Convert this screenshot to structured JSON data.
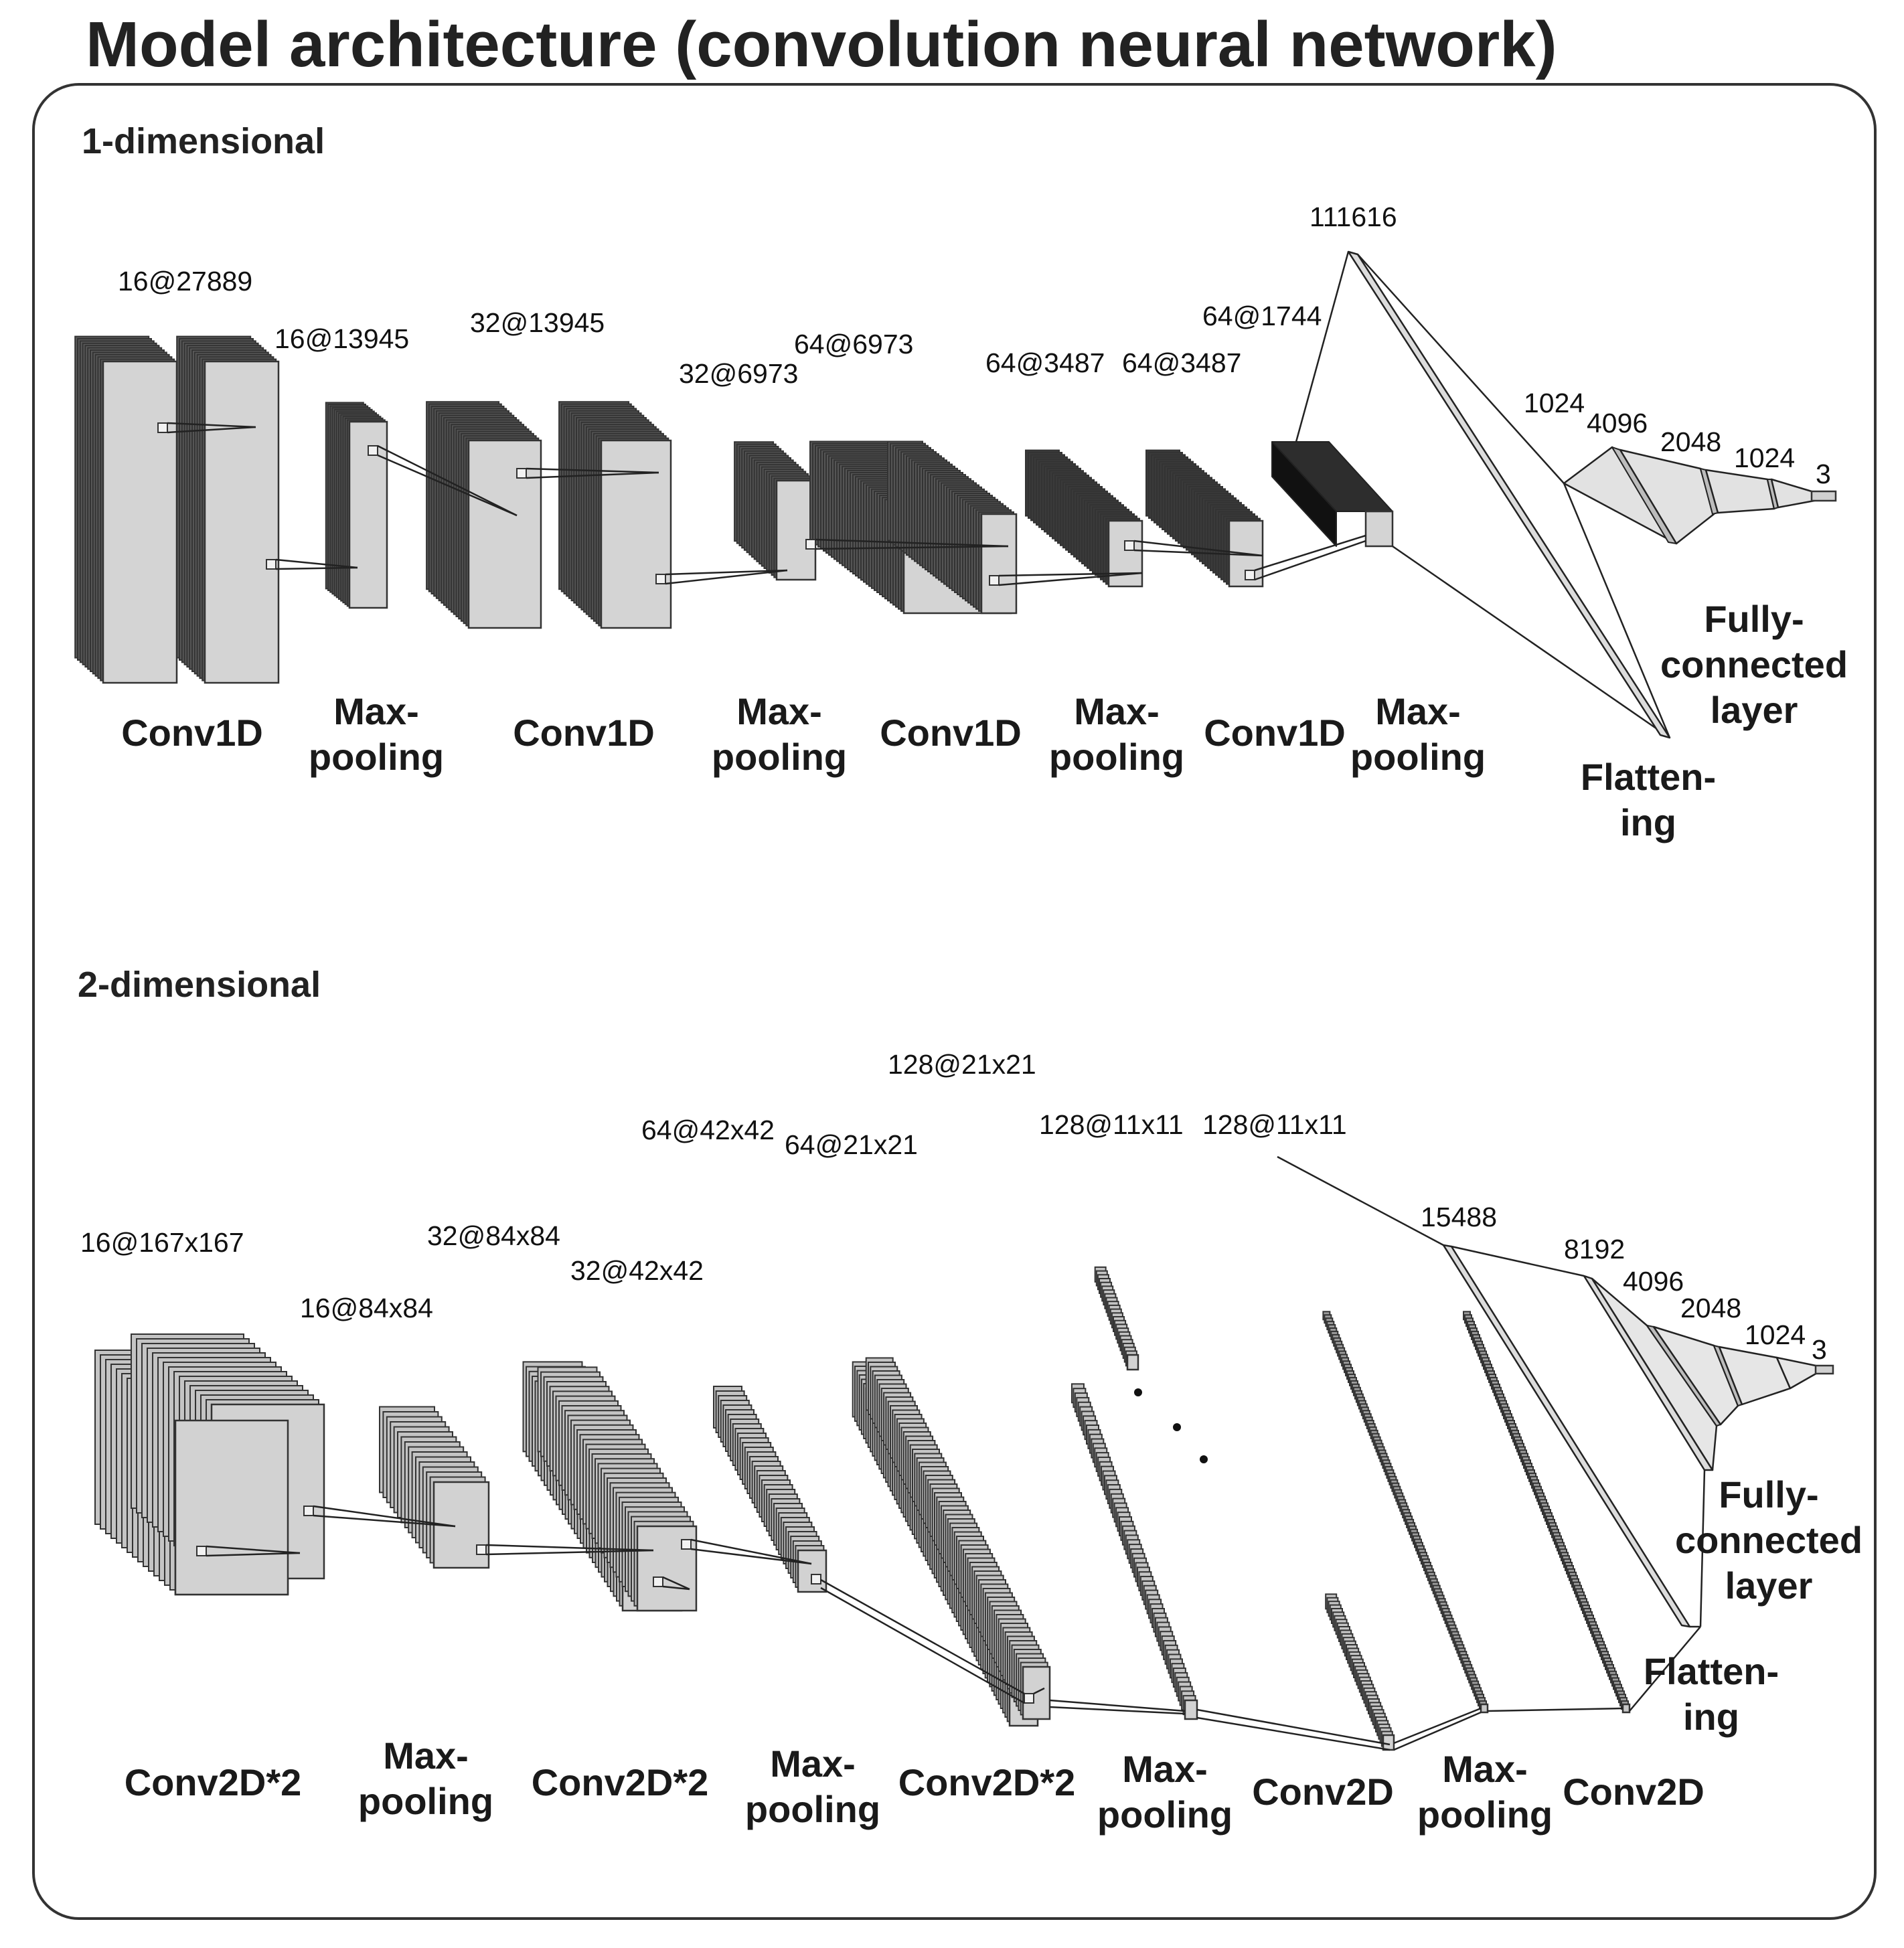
{
  "title": "Model architecture (convolution neural network)",
  "sections": {
    "one_d": {
      "title": "1-dimensional",
      "dims": [
        "16@27889",
        "16@13945",
        "32@13945",
        "32@6973",
        "64@6973",
        "64@3487",
        "64@3487",
        "64@1744",
        "111616",
        "1024",
        "4096",
        "2048",
        "1024",
        "3"
      ],
      "labels": [
        [
          "Conv1D"
        ],
        [
          "Max-",
          "pooling"
        ],
        [
          "Conv1D"
        ],
        [
          "Max-",
          "pooling"
        ],
        [
          "Conv1D"
        ],
        [
          "Max-",
          "pooling"
        ],
        [
          "Conv1D"
        ],
        [
          "Max-",
          "pooling"
        ],
        [
          "Flatten-",
          "ing"
        ],
        [
          "Fully-",
          "connected",
          "layer"
        ]
      ]
    },
    "two_d": {
      "title": "2-dimensional",
      "dims": [
        "16@167x167",
        "16@84x84",
        "32@84x84",
        "32@42x42",
        "64@42x42",
        "64@21x21",
        "128@21x21",
        "128@11x11",
        "128@11x11",
        "15488",
        "8192",
        "4096",
        "2048",
        "1024",
        "3"
      ],
      "labels": [
        [
          "Conv2D*2"
        ],
        [
          "Max-",
          "pooling"
        ],
        [
          "Conv2D*2"
        ],
        [
          "Max-",
          "pooling"
        ],
        [
          "Conv2D*2"
        ],
        [
          "Max-",
          "pooling"
        ],
        [
          "Conv2D"
        ],
        [
          "Max-",
          "pooling"
        ],
        [
          "Conv2D"
        ],
        [
          "Flatten-",
          "ing"
        ],
        [
          "Fully-",
          "connected",
          "layer"
        ]
      ]
    }
  }
}
